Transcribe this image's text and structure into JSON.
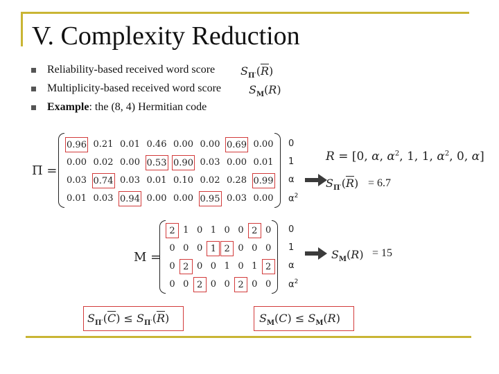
{
  "slide": {
    "title": "V. Complexity Reduction",
    "bullets": [
      {
        "prefix": "",
        "text": "Reliability-based received word score"
      },
      {
        "prefix": "",
        "text": "Multiplicity-based received word score"
      },
      {
        "prefix": "Example",
        "text": ": the (8, 4) Hermitian code"
      }
    ],
    "bullet_math": [
      "S_Π'(R̄)",
      "S_M(R)"
    ]
  },
  "pi_matrix": {
    "name": "Π =",
    "rows": [
      [
        "0.96",
        "0.21",
        "0.01",
        "0.46",
        "0.00",
        "0.00",
        "0.69",
        "0.00"
      ],
      [
        "0.00",
        "0.02",
        "0.00",
        "0.53",
        "0.90",
        "0.03",
        "0.00",
        "0.01"
      ],
      [
        "0.03",
        "0.74",
        "0.03",
        "0.01",
        "0.10",
        "0.02",
        "0.28",
        "0.99"
      ],
      [
        "0.01",
        "0.03",
        "0.94",
        "0.00",
        "0.00",
        "0.95",
        "0.03",
        "0.00"
      ]
    ],
    "highlighted": [
      [
        0,
        0
      ],
      [
        1,
        3
      ],
      [
        1,
        4
      ],
      [
        2,
        1
      ],
      [
        2,
        7
      ],
      [
        3,
        2
      ],
      [
        3,
        5
      ],
      [
        0,
        6
      ]
    ],
    "row_labels": [
      "0",
      "1",
      "α",
      "α2"
    ]
  },
  "received_word": {
    "text": "R = [0, α, α², 1, 1, α², 0, α]",
    "score_label": "S_Π'(R̄)",
    "score_value": "= 6.7"
  },
  "m_matrix": {
    "name": "M =",
    "rows": [
      [
        "2",
        "1",
        "0",
        "1",
        "0",
        "0",
        "2",
        "0"
      ],
      [
        "0",
        "0",
        "0",
        "1",
        "2",
        "0",
        "0",
        "0"
      ],
      [
        "0",
        "2",
        "0",
        "0",
        "1",
        "0",
        "1",
        "2"
      ],
      [
        "0",
        "0",
        "2",
        "0",
        "0",
        "2",
        "0",
        "0"
      ]
    ],
    "highlighted": [
      [
        0,
        0
      ],
      [
        1,
        3
      ],
      [
        1,
        4
      ],
      [
        2,
        1
      ],
      [
        2,
        7
      ],
      [
        3,
        2
      ],
      [
        3,
        5
      ],
      [
        0,
        6
      ]
    ],
    "row_labels": [
      "0",
      "1",
      "α",
      "α2"
    ],
    "score_label": "S_M(R)",
    "score_value": "= 15"
  },
  "inequalities": {
    "left": "S_Π'(C̄) ≤ S_Π'(R̄)",
    "right": "S_M(C) ≤ S_M(R)"
  }
}
